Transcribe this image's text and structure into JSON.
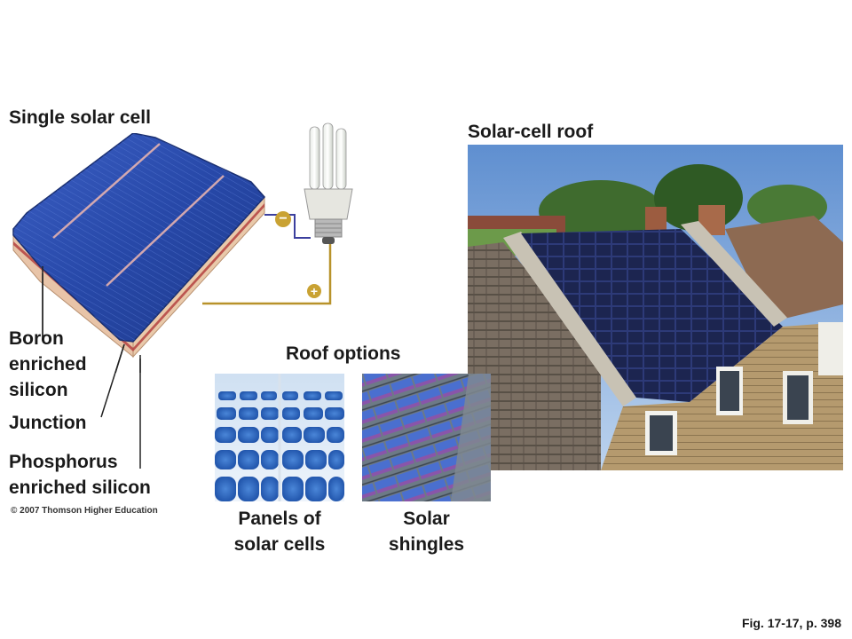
{
  "labels": {
    "single_cell": "Single solar cell",
    "roof": "Solar-cell roof",
    "boron": [
      "Boron",
      "enriched",
      "silicon"
    ],
    "junction": "Junction",
    "phosphorus": [
      "Phosphorus",
      "enriched silicon"
    ],
    "roof_options": "Roof options",
    "panels": [
      "Panels of",
      "solar cells"
    ],
    "shingles": [
      "Solar",
      "shingles"
    ]
  },
  "terminals": {
    "negative": "−",
    "positive": "+"
  },
  "copyright": "© 2007 Thomson Higher Education",
  "figure_ref": "Fig. 17-17, p. 398",
  "icons": [
    "solar-cell-illustration",
    "cfl-bulb-icon",
    "negative-terminal-icon",
    "positive-terminal-icon",
    "house-roof-photo",
    "solar-panel-photo",
    "solar-shingle-photo"
  ],
  "colors": {
    "cell_blue": "#2748a8",
    "wire": "#b8922a",
    "terminal": "#c9a233",
    "roof_dark": "#1c2550"
  }
}
